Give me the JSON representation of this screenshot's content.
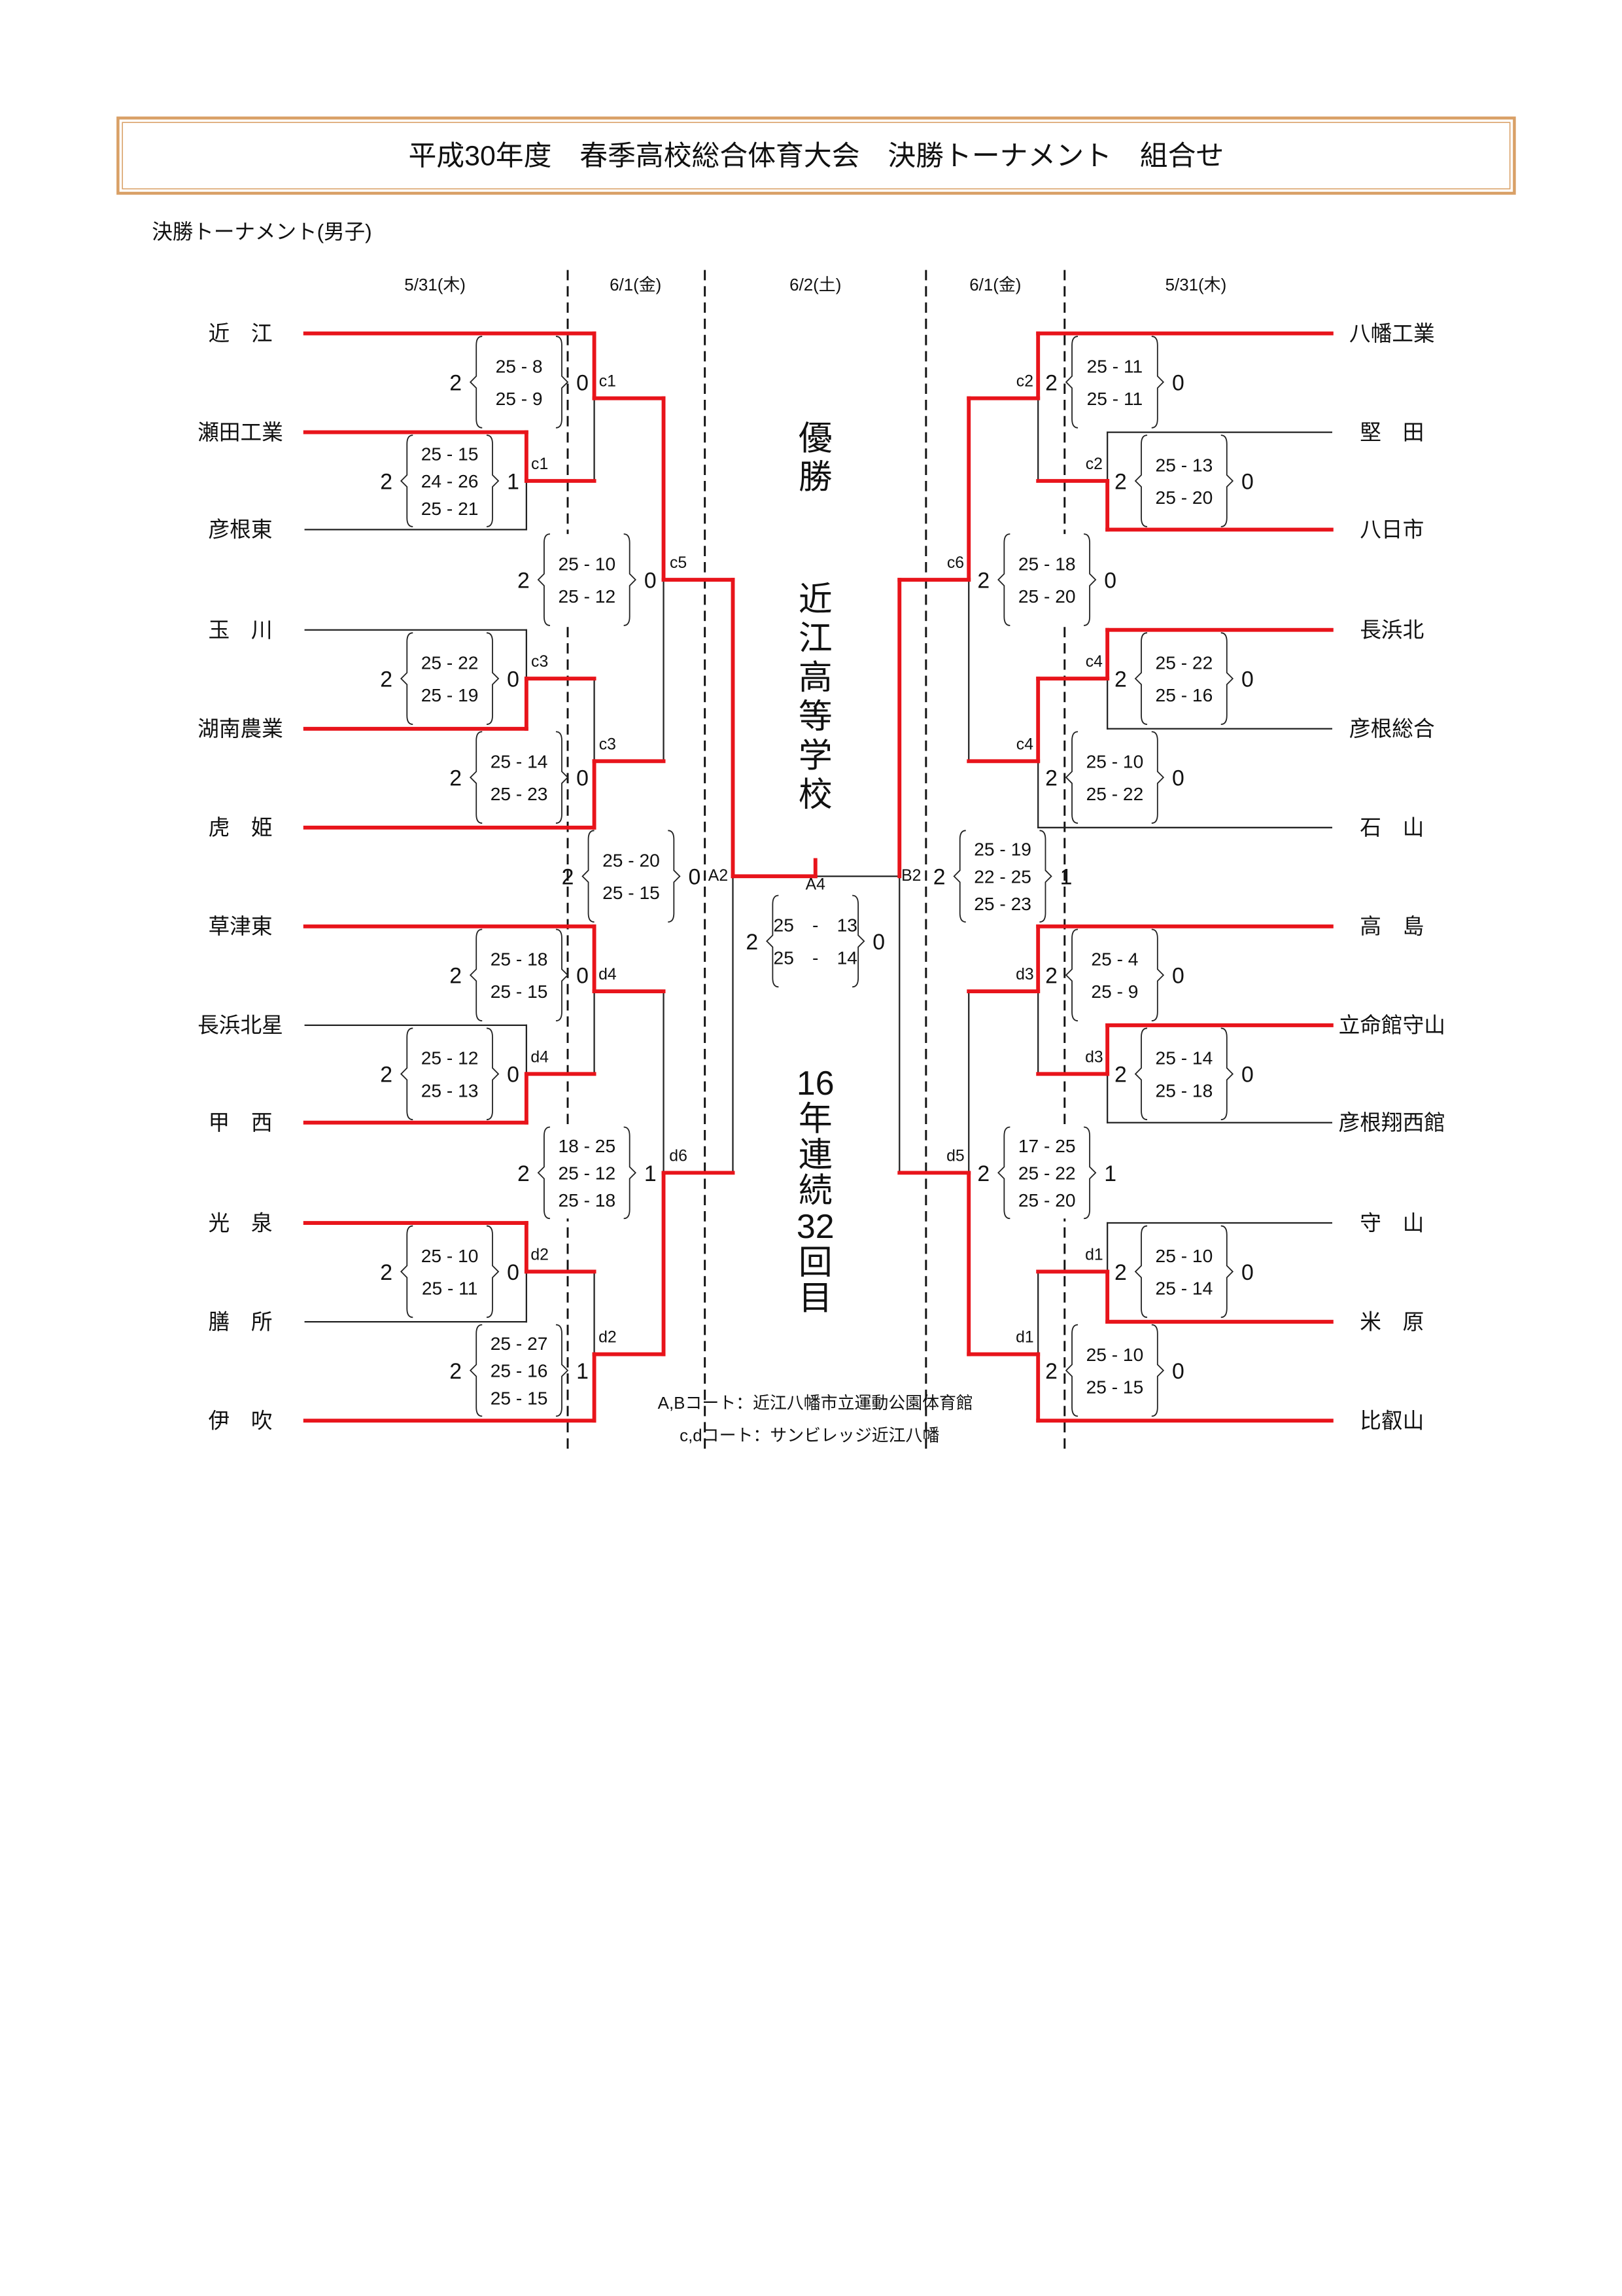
{
  "title": "平成30年度　春季高校総合体育大会　決勝トーナメント　組合せ",
  "subtitle": "決勝トーナメント(男子)",
  "dates": [
    "5/31(木)",
    "6/1(金)",
    "6/2(土)",
    "6/1(金)",
    "5/31(木)"
  ],
  "left_teams": [
    "近　江",
    "瀬田工業",
    "彦根東",
    "玉　川",
    "湖南農業",
    "虎　姫",
    "草津東",
    "長浜北星",
    "甲　西",
    "光　泉",
    "膳　所",
    "伊　吹"
  ],
  "right_teams": [
    "八幡工業",
    "堅　田",
    "八日市",
    "長浜北",
    "彦根総合",
    "石　山",
    "高　島",
    "立命館守山",
    "彦根翔西館",
    "守　山",
    "米　原",
    "比叡山"
  ],
  "champion": {
    "heading": [
      "優",
      "勝"
    ],
    "school": [
      "近",
      "江",
      "高",
      "等",
      "学",
      "校"
    ],
    "streak": [
      "16",
      "年",
      "連",
      "続",
      "32",
      "回",
      "目"
    ]
  },
  "matches": [
    {
      "label": "c1",
      "left": "2",
      "right": "1",
      "sets": [
        "25 - 15",
        "24 - 26",
        "25 - 21"
      ]
    },
    {
      "label": "c1",
      "left": "2",
      "right": "0",
      "sets": [
        "25 - 8",
        "25 - 9"
      ]
    },
    {
      "label": "c3",
      "left": "2",
      "right": "0",
      "sets": [
        "25 - 22",
        "25 - 19"
      ]
    },
    {
      "label": "c3",
      "left": "2",
      "right": "0",
      "sets": [
        "25 - 14",
        "25 - 23"
      ]
    },
    {
      "label": "c5",
      "left": "2",
      "right": "0",
      "sets": [
        "25 - 10",
        "25 - 12"
      ]
    },
    {
      "label": "d4",
      "left": "2",
      "right": "0",
      "sets": [
        "25 - 12",
        "25 - 13"
      ]
    },
    {
      "label": "d4",
      "left": "2",
      "right": "0",
      "sets": [
        "25 - 18",
        "25 - 15"
      ]
    },
    {
      "label": "d2",
      "left": "2",
      "right": "0",
      "sets": [
        "25 - 10",
        "25 - 11"
      ]
    },
    {
      "label": "d2",
      "left": "2",
      "right": "1",
      "sets": [
        "25 - 27",
        "25 - 16",
        "25 - 15"
      ]
    },
    {
      "label": "d6",
      "left": "2",
      "right": "1",
      "sets": [
        "18 - 25",
        "25 - 12",
        "25 - 18"
      ]
    },
    {
      "label": "A2",
      "left": "2",
      "right": "0",
      "sets": [
        "25 - 20",
        "25 - 15"
      ]
    },
    {
      "label": "A4",
      "left": "2",
      "right": "0",
      "sets": [
        "25　-　13",
        "25　-　14"
      ]
    },
    {
      "label": "B2",
      "left": "2",
      "right": "1",
      "sets": [
        "25 - 19",
        "22 - 25",
        "25 - 23"
      ]
    },
    {
      "label": "c2",
      "left": "2",
      "right": "0",
      "sets": [
        "25 - 13",
        "25 - 20"
      ]
    },
    {
      "label": "c2",
      "left": "2",
      "right": "0",
      "sets": [
        "25 - 11",
        "25 - 11"
      ]
    },
    {
      "label": "c4",
      "left": "2",
      "right": "0",
      "sets": [
        "25 - 22",
        "25 - 16"
      ]
    },
    {
      "label": "c4",
      "left": "2",
      "right": "0",
      "sets": [
        "25 - 10",
        "25 - 22"
      ]
    },
    {
      "label": "c6",
      "left": "2",
      "right": "0",
      "sets": [
        "25 - 18",
        "25 - 20"
      ]
    },
    {
      "label": "d3",
      "left": "2",
      "right": "0",
      "sets": [
        "25 - 14",
        "25 - 18"
      ]
    },
    {
      "label": "d3",
      "left": "2",
      "right": "0",
      "sets": [
        "25 - 4",
        "25 - 9"
      ]
    },
    {
      "label": "d1",
      "left": "2",
      "right": "0",
      "sets": [
        "25 - 10",
        "25 - 14"
      ]
    },
    {
      "label": "d1",
      "left": "2",
      "right": "0",
      "sets": [
        "25 - 10",
        "25 - 15"
      ]
    },
    {
      "label": "d5",
      "left": "2",
      "right": "1",
      "sets": [
        "17 - 25",
        "25 - 22",
        "25 - 20"
      ]
    }
  ],
  "notes": [
    "A,Bコート：近江八幡市立運動公園体育館",
    "c,dコート：サンビレッジ近江八幡"
  ],
  "colors": {
    "winner_line": "#e8141b",
    "line": "#222222",
    "title_border": "#d9a066"
  }
}
